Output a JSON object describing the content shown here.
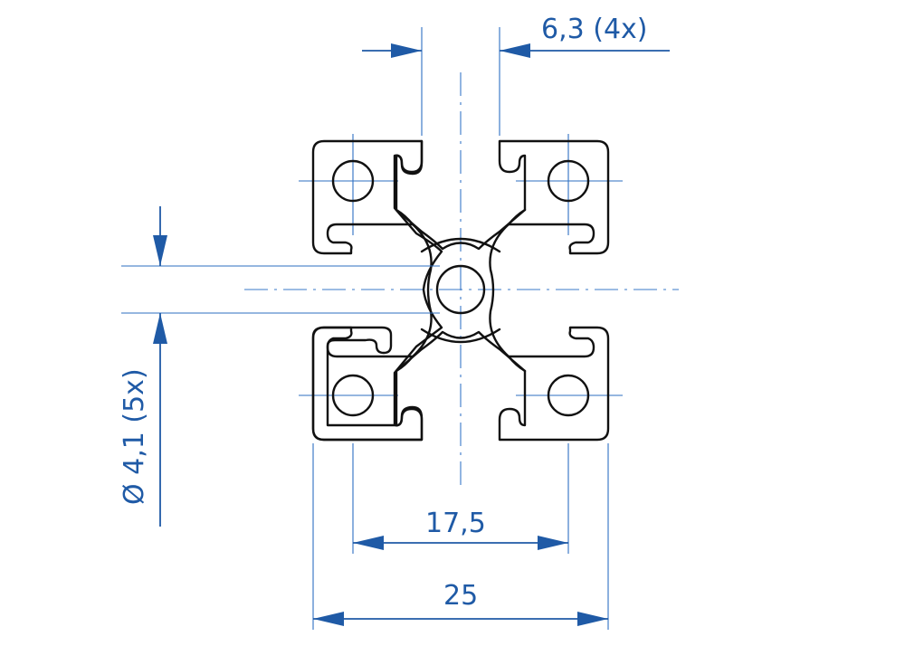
{
  "dimensions": {
    "slot_width": "6,3 (4x)",
    "bore_diameter": "Ø 4,1 (5x)",
    "hole_spacing": "17,5",
    "overall_width": "25"
  },
  "colors": {
    "dimension_blue": "#1f5aa6",
    "profile_outline": "#111111",
    "background": "#ffffff"
  }
}
